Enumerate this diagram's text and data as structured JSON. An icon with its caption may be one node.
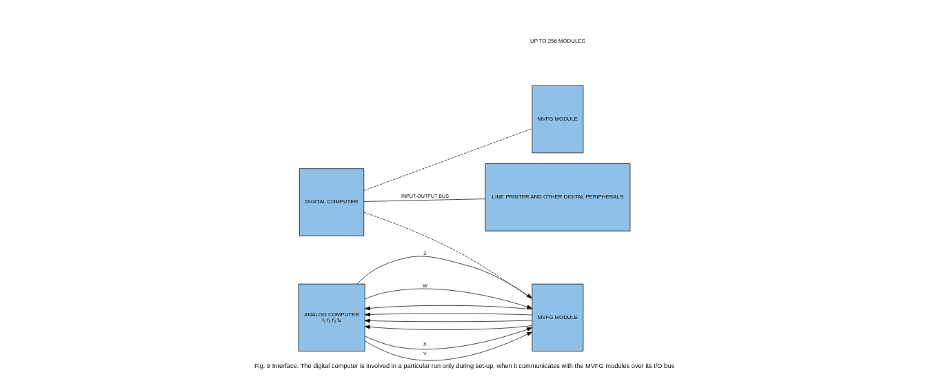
{
  "diagram": {
    "caption": "Fig. 9 Interface. The digital computer is involved in a particular run only during set-up, when it communicates with the MVFG modules over its I/O bus",
    "nodes": [
      {
        "text": [
          "DIGITAL COMPUTER"
        ]
      },
      {
        "text": [
          "ANALOG COMPUTER",
          "f₁ f₂ f₃ f₄"
        ]
      },
      {
        "text": [
          "MVFG MODULE"
        ]
      },
      {
        "text": [
          "MVFG MODULE"
        ]
      },
      {
        "text": [
          "LINE PRINTER AND OTHER DIGITAL PERIPHERALS"
        ]
      }
    ],
    "edges": [
      {
        "from": 0,
        "to": 4,
        "arrow": "none",
        "label": "INPUT-OUTPUT BUS"
      },
      {
        "from": 0,
        "to": 2,
        "arrow": "none",
        "style": "dashed"
      },
      {
        "from": 0,
        "to": 3,
        "arrow": "none",
        "style": "dashed"
      },
      {
        "from": 1,
        "to": 2,
        "arrow": "to",
        "label": "X"
      },
      {
        "from": 1,
        "to": 2,
        "arrow": "to",
        "label": "Y"
      },
      {
        "from": 1,
        "to": 2,
        "arrow": "to",
        "label": "Z"
      },
      {
        "from": 1,
        "to": 2,
        "arrow": "to",
        "label": "W"
      },
      {
        "from": 2,
        "to": 1,
        "arrow": "to"
      },
      {
        "from": 2,
        "to": 1,
        "arrow": "to"
      },
      {
        "from": 2,
        "to": 1,
        "arrow": "to"
      },
      {
        "from": 2,
        "to": 1,
        "arrow": "to"
      }
    ],
    "labels": [
      "UP TO 256 MODULES"
    ]
  }
}
